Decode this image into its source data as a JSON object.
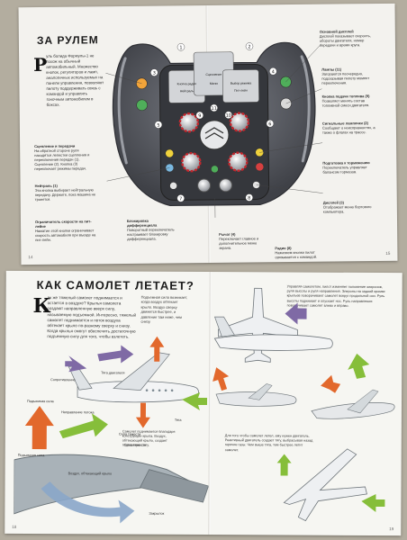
{
  "top_page": {
    "title": "ЗА РУЛЕМ",
    "dropcap": "Р",
    "intro": "уль болида Формулы-1 не похож на обычный автомобильный. Множество кнопок, регуляторов и ламп, аналогичных используемых на панели управления, позволяют пилоту поддерживать связь с командой и управлять гоночным автомобилем в боксах.",
    "left_notes": [
      {
        "heading": "Сцепление и передачи",
        "text": "На обратной стороне руля находятся лепестки сцепления и переключения передач (1). Сцепление (2). Кнопка (3) переключает режимы передач."
      },
      {
        "heading": "Нейтраль (1)",
        "text": "Эта кнопка выбирает нейтральную передачу. Держите, пока машина не тронется."
      },
      {
        "heading": "Ограничитель скорости на пит-лейне",
        "text": "Нажатие этой кнопки ограничивает скорость автомобиля при въезде на пит-лейн."
      }
    ],
    "bottom_notes": [
      {
        "heading": "Блокировка дифференциала",
        "text": "Поворотный переключатель настраивает блокировку дифференциала."
      },
      {
        "heading": "Рычаг (4)",
        "text": "Переключает главное и дополнительное меню экрана."
      },
      {
        "heading": "Радио (8)",
        "text": "Нажатием кнопки пилот связывается с командой."
      }
    ],
    "right_notes": [
      {
        "heading": "Основной дисплей",
        "text": "Дисплей показывает скорость, обороты двигателя, номер передачи и время круга."
      },
      {
        "heading": "Лампы (11)",
        "text": "Загораются поочередно, подсказывая пилоту момент переключения."
      },
      {
        "heading": "Кнопка подачи топлива (9)",
        "text": "Позволяет менять состав топливной смеси двигателя."
      },
      {
        "heading": "Сигнальные лампочки (2)",
        "text": "Сообщают о неисправностях, а также о флагах на трассе."
      },
      {
        "heading": "Подготовка к торможению",
        "text": "Переключатель управляет балансом тормозов."
      },
      {
        "heading": "Дисплей (3)",
        "text": "Отображает меню бортового компьютера."
      }
    ],
    "wheel_labels": [
      "Кнопка радио",
      "Нейтраль",
      "Сцепление",
      "Выбор режима",
      "Пит-лейн",
      "Меню"
    ],
    "wheel_numbers": [
      "1",
      "2",
      "3",
      "4",
      "5",
      "6",
      "7",
      "8",
      "9",
      "10",
      "11"
    ],
    "page_left": "14",
    "page_right": "15"
  },
  "bottom_page": {
    "title": "КАК САМОЛЕТ ЛЕТАЕТ?",
    "dropcap": "К",
    "intro": "ак же тяжелый самолет поднимается и остается в воздухе? Крылья самолета создают направленную вверх силу, называемую подъемной. Интересно, тяжелый самолет поднимается и поток воздуха обтекает крыло по-разному сверху и снизу. Когда крылья смогут обеспечить достаточную подъемную силу для того, чтобы взлететь.",
    "side_text": "Подъемная сила возникает, когда воздух обтекает крыло. Воздух сверху движется быстрее, и давление там ниже, чем снизу.",
    "wing_labels": [
      "Подъемная сила",
      "Направление потока",
      "Сила тяжести",
      "Сопротивление",
      "Тяга",
      "Сила тяжести",
      "Тяга двигателя",
      "Воздух, обтекающий крыло",
      "Подъемная сила",
      "Закрылок"
    ],
    "right_text_top": "Управляя самолетом, пилот изменяет положение элеронов, руля высоты и руля направления. Элероны на задней кромке крыльев поворачивают самолет вокруг продольной оси. Руль высоты поднимает и опускает нос. Руль направления поворачивает самолет влево и вправо.",
    "right_text_bottom": "Для того чтобы самолет летел, ему нужен двигатель. Реактивный двигатель создает тягу, выбрасывая назад горячие газы. Чем выше тяга, тем быстрее летит самолет.",
    "center_text": "Самолет поднимается благодаря конструкции крыла. Воздух, обтекающий крыло, создает подъемную силу.",
    "page_left": "18",
    "page_right": "19"
  },
  "colors": {
    "orange": "#e2682c",
    "green": "#86be3a",
    "purple": "#7f6aa5",
    "wheel_dark": "#5a5c63",
    "wing_gray": "#9ea7ae",
    "title_dark": "#1c1c1c"
  }
}
